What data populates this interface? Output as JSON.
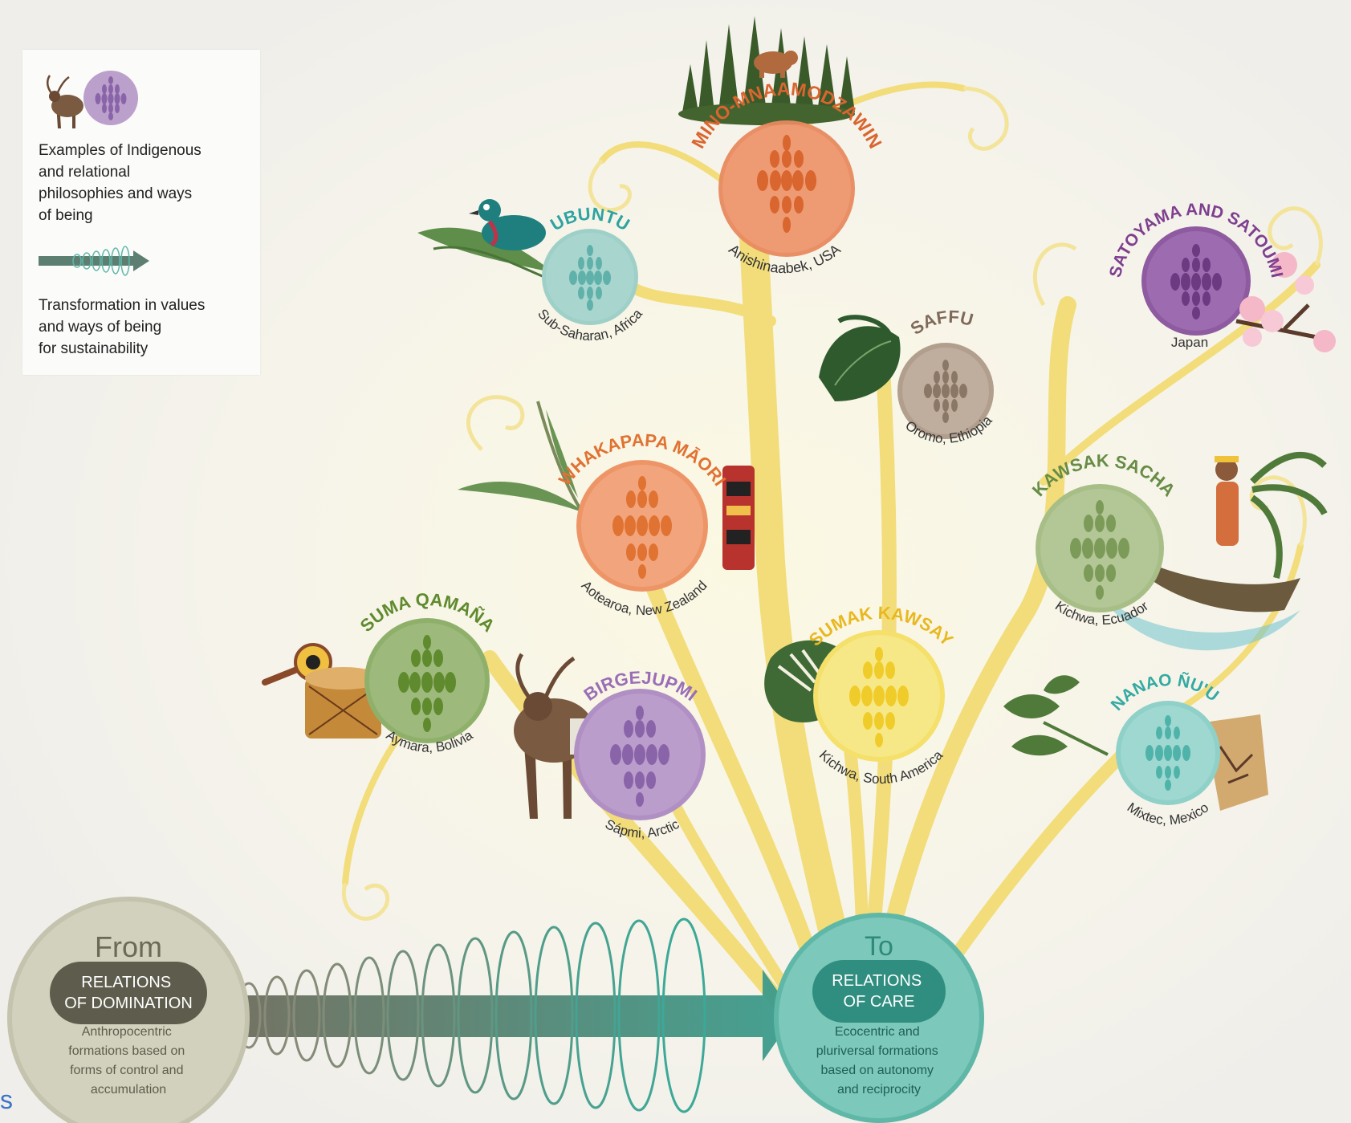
{
  "legend": {
    "item1_text": "Examples of Indigenous\nand relational\nphilosophies and ways\nof being",
    "item2_text": "Transformation in values\nand ways of being\nfor sustainability"
  },
  "nodes": [
    {
      "id": "mino",
      "title": "MINO-MNAAMODZAWIN",
      "place": "Anishinaabek, USA",
      "color": "#e8895f",
      "title_color": "#d9652f",
      "icon": "bear-forest-icon"
    },
    {
      "id": "ubuntu",
      "title": "UBUNTU",
      "place": "Sub-Saharan, Africa",
      "color": "#9fd0c8",
      "title_color": "#2fa3a0",
      "icon": "bird-palm-icon"
    },
    {
      "id": "satoyama",
      "title": "SATOYAMA AND SATOUMI",
      "place": "Japan",
      "color": "#8e5aa0",
      "title_color": "#7e3f8f",
      "icon": "cherry-blossom-icon"
    },
    {
      "id": "saffu",
      "title": "SAFFU",
      "place": "Oromo, Ethiopia",
      "color": "#b29e8d",
      "title_color": "#7f6a5a",
      "icon": "leaf-icon"
    },
    {
      "id": "whakapapa",
      "title": "WHAKAPAPA MĀORI",
      "place": "Aotearoa, New Zealand",
      "color": "#ee9568",
      "title_color": "#e07232",
      "icon": "fern-totem-icon"
    },
    {
      "id": "kawsak",
      "title": "KAWSAK SACHA",
      "place": "Kichwa, Ecuador",
      "color": "#a7be87",
      "title_color": "#678c46",
      "icon": "canoe-person-icon"
    },
    {
      "id": "suma",
      "title": "SUMA QAMAÑA",
      "place": "Aymara, Bolivia",
      "color": "#8fb06b",
      "title_color": "#5f8a2e",
      "icon": "drum-icon"
    },
    {
      "id": "sumak",
      "title": "SUMAK KAWSAY",
      "place": "Kichwa, South America",
      "color": "#f4e06a",
      "title_color": "#e9b820",
      "icon": "monstera-leaf-icon"
    },
    {
      "id": "birgejupmi",
      "title": "BIRGEJUPMI",
      "place": "Sápmi, Arctic",
      "color": "#b08fc4",
      "title_color": "#9a6eb6",
      "icon": "reindeer-icon"
    },
    {
      "id": "nanao",
      "title": "NANAO ÑU'U",
      "place": "Mixtec, Mexico",
      "color": "#8fd1c9",
      "title_color": "#34aaa2",
      "icon": "plant-codex-icon"
    }
  ],
  "transformation": {
    "from": {
      "heading": "From",
      "label": "RELATIONS\nOF DOMINATION",
      "description": "Anthropocentric\nformations based on\nforms of control and\naccumulation"
    },
    "to": {
      "heading": "To",
      "label": "RELATIONS\nOF CARE",
      "description": "Ecocentric and\npluriversal formations\nbased on autonomy\nand reciprocity"
    }
  },
  "corner_text": "s",
  "colors": {
    "tree": "#f2dd7a",
    "from_circle": "#d2d1bd",
    "to_circle": "#6cc1b2",
    "arrow": "#6b6b5a",
    "arrow_teal": "#3b9d8d"
  }
}
